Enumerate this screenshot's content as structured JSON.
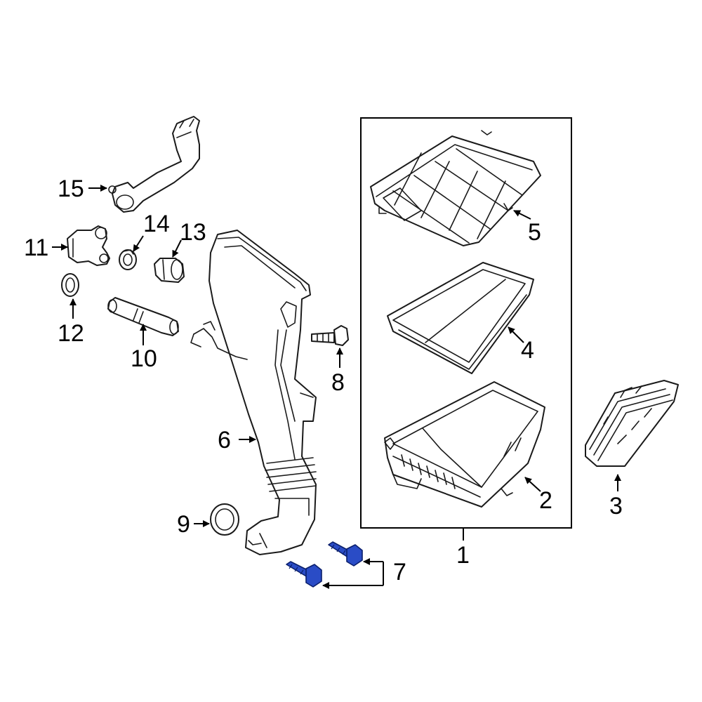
{
  "colors": {
    "line": "#1a1a1a",
    "highlight_fill": "#2a4cc6",
    "highlight_stroke": "#0b1f6b",
    "background": "#ffffff"
  },
  "callouts": {
    "c1": "1",
    "c2": "2",
    "c3": "3",
    "c4": "4",
    "c5": "5",
    "c6": "6",
    "c7": "7",
    "c8": "8",
    "c9": "9",
    "c10": "10",
    "c11": "11",
    "c12": "12",
    "c13": "13",
    "c14": "14",
    "c15": "15"
  }
}
